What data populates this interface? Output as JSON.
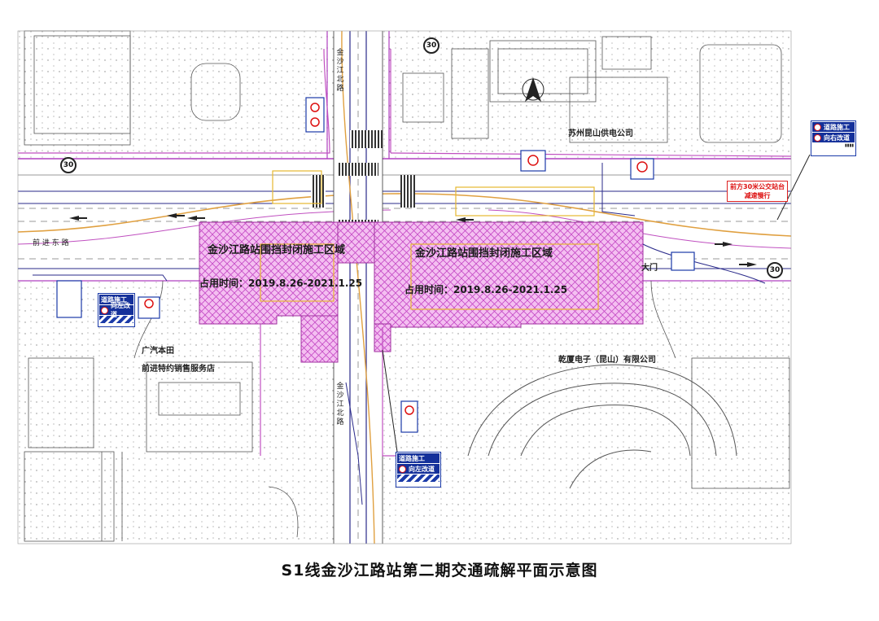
{
  "zones": [
    {
      "title": "金沙江路站围挡封闭施工区域",
      "period": "占用时间：2019.8.26-2021.1.25"
    },
    {
      "title": "金沙江路站围挡封闭施工区域",
      "period": "占用时间：2019.8.26-2021.1.25"
    }
  ],
  "places": {
    "power_company": "苏州昆山供电公司",
    "electronics_company": "乾厦电子（昆山）有限公司",
    "gac_toyota": "广汽本田",
    "dealer": "前进特约销售服务店",
    "gate": "大门"
  },
  "roads": {
    "north": "金沙江北路",
    "south": "金沙江北路",
    "west_lane": "前 进 东 路"
  },
  "signs": {
    "detour_right": {
      "line1": "道路施工",
      "line2": "向右改道"
    },
    "detour_left_w": {
      "line1": "道路施工",
      "line2": "向左改道"
    },
    "detour_left_s": {
      "line1": "道路施工",
      "line2": "向左改道"
    }
  },
  "notice": {
    "line1": "前方30米公交站台",
    "line2": "减速慢行"
  },
  "speed_limits": [
    "30",
    "30",
    "30"
  ],
  "caption": "S1线金沙江路站第二期交通疏解平面示意图",
  "colors": {
    "zone_fill": "#f2b6f0",
    "zone_hatch": "#c040c0",
    "road_line": "#2a2a8a",
    "bus_lane": "#e0a040",
    "sign_blue": "#14309a",
    "notice_red": "#dd2222"
  }
}
